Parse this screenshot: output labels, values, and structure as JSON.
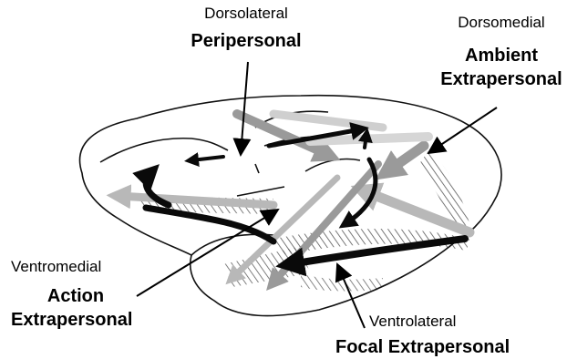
{
  "labels": {
    "dorsolateral": {
      "region": "Dorsolateral",
      "title": "Peripersonal"
    },
    "dorsomedial": {
      "region": "Dorsomedial",
      "title_line1": "Ambient",
      "title_line2": "Extrapersonal"
    },
    "ventromedial": {
      "region": "Ventromedial",
      "title_line1": "Action",
      "title_line2": "Extrapersonal"
    },
    "ventrolateral": {
      "region": "Ventrolateral",
      "title": "Focal Extrapersonal"
    }
  },
  "colors": {
    "outline": "#111111",
    "black_arrow": "#0a0a0a",
    "gray_arrow": "#9a9a9a",
    "light_arrow": "#b8b8b8",
    "hatch": "#444444"
  }
}
